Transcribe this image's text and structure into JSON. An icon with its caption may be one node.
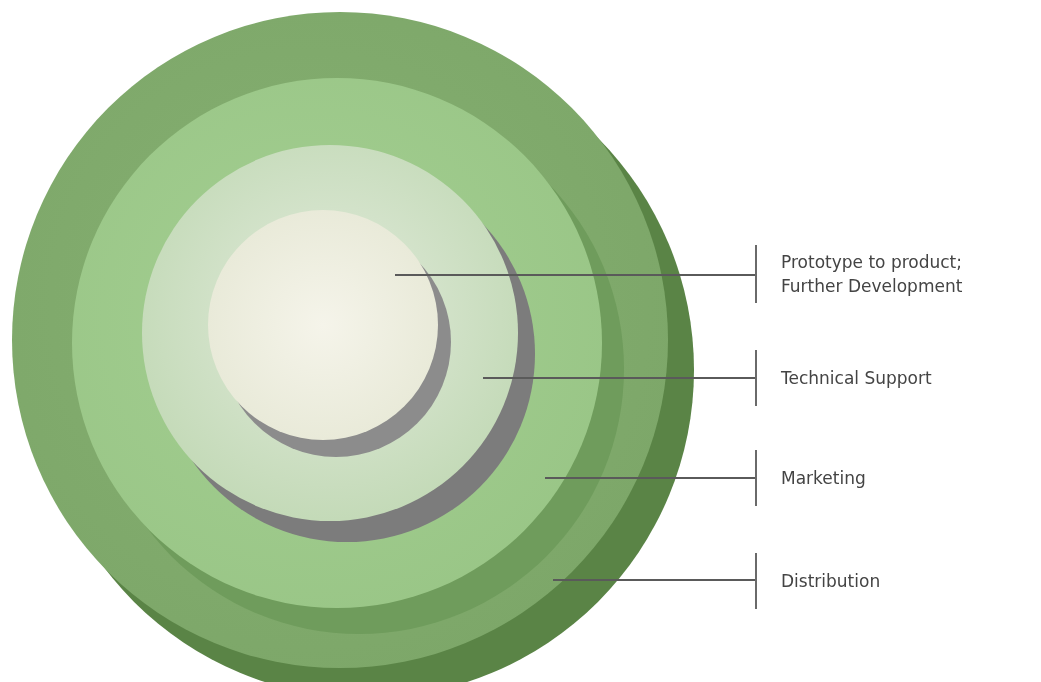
{
  "diagram": {
    "nodes": [
      {
        "text": [],
        "shape": "circle"
      },
      {
        "text": [],
        "shape": "circle",
        "in": 0
      },
      {
        "text": [],
        "shape": "circle",
        "in": 1
      },
      {
        "text": [],
        "shape": "circle",
        "in": 2
      },
      {
        "text": [
          "Prototype to product; Further Development"
        ]
      },
      {
        "text": [
          "Technical Support"
        ]
      },
      {
        "text": [
          "Marketing"
        ]
      },
      {
        "text": [
          "Distribution"
        ]
      }
    ],
    "edges": [
      {
        "from": 4,
        "to": 3,
        "arrow": "none"
      },
      {
        "from": 5,
        "to": 2,
        "arrow": "none"
      },
      {
        "from": 6,
        "to": 1,
        "arrow": "none"
      },
      {
        "from": 7,
        "to": 0,
        "arrow": "none"
      }
    ]
  }
}
